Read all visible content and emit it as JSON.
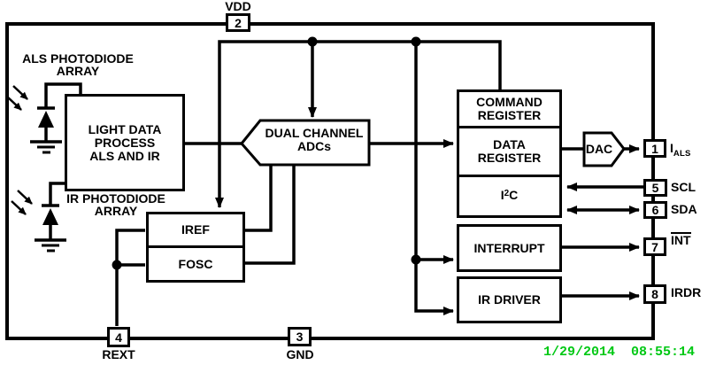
{
  "diagram": {
    "timestamp": "1/29/2014  08:55:14",
    "colors": {
      "ink": "#000000",
      "background": "#ffffff",
      "timestamp_green": "#00c814"
    }
  },
  "pins": {
    "vdd": {
      "num": "2",
      "label": "VDD"
    },
    "ials": {
      "num": "1",
      "label_main": "I",
      "label_sub": "ALS"
    },
    "scl": {
      "num": "5",
      "label": "SCL"
    },
    "sda": {
      "num": "6",
      "label": "SDA"
    },
    "int": {
      "num": "7",
      "label": "INT"
    },
    "irdr": {
      "num": "8",
      "label": "IRDR"
    },
    "rext": {
      "num": "4",
      "label": "REXT"
    },
    "gnd": {
      "num": "3",
      "label": "GND"
    }
  },
  "blocks": {
    "light_data_process": {
      "line1": "LIGHT DATA",
      "line2": "PROCESS",
      "line3": "ALS AND IR"
    },
    "adcs": {
      "line1": "DUAL CHANNEL",
      "line2": "ADCs"
    },
    "command_register": {
      "line1": "COMMAND",
      "line2": "REGISTER"
    },
    "data_register": {
      "line1": "DATA",
      "line2": "REGISTER"
    },
    "i2c": {
      "base1": "I",
      "sup": "2",
      "base2": "C"
    },
    "interrupt": {
      "label": "INTERRUPT"
    },
    "ir_driver": {
      "label": "IR DRIVER"
    },
    "iref": {
      "label": "IREF"
    },
    "fosc": {
      "label": "FOSC"
    },
    "dac": {
      "label": "DAC"
    }
  },
  "annotations": {
    "als_array": {
      "line1": "ALS PHOTODIODE",
      "line2": "ARRAY"
    },
    "ir_array": {
      "line1": "IR PHOTODIODE",
      "line2": "ARRAY"
    }
  }
}
